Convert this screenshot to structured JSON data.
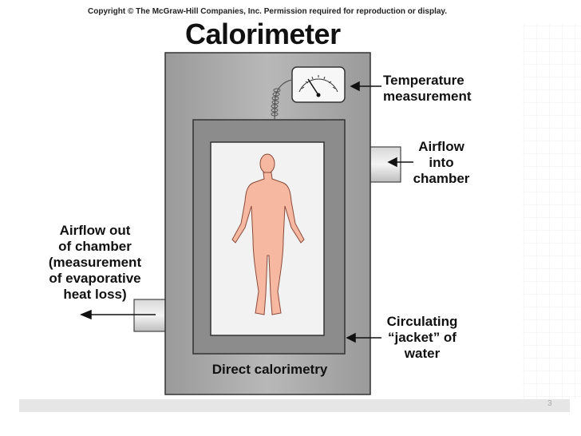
{
  "slide": {
    "copyright": "Copyright © The McGraw-Hill Companies, Inc. Permission required for reproduction or display.",
    "title": "Calorimeter",
    "page_number": "3"
  },
  "diagram": {
    "labels": {
      "temperature": "Temperature\nmeasurement",
      "airflow_in": "Airflow\ninto\nchamber",
      "airflow_out": "Airflow out\nof chamber\n(measurement\nof evaporative\nheat loss)",
      "jacket": "Circulating\n“jacket” of\nwater",
      "inner_caption": "Direct calorimetry"
    },
    "colors": {
      "outer_box": "#a6a6a6",
      "inner_frame": "#8c8c8c",
      "chamber": "#f2f2f2",
      "figure_fill": "#f6b8a0",
      "figure_stroke": "#8a4a3a"
    }
  }
}
